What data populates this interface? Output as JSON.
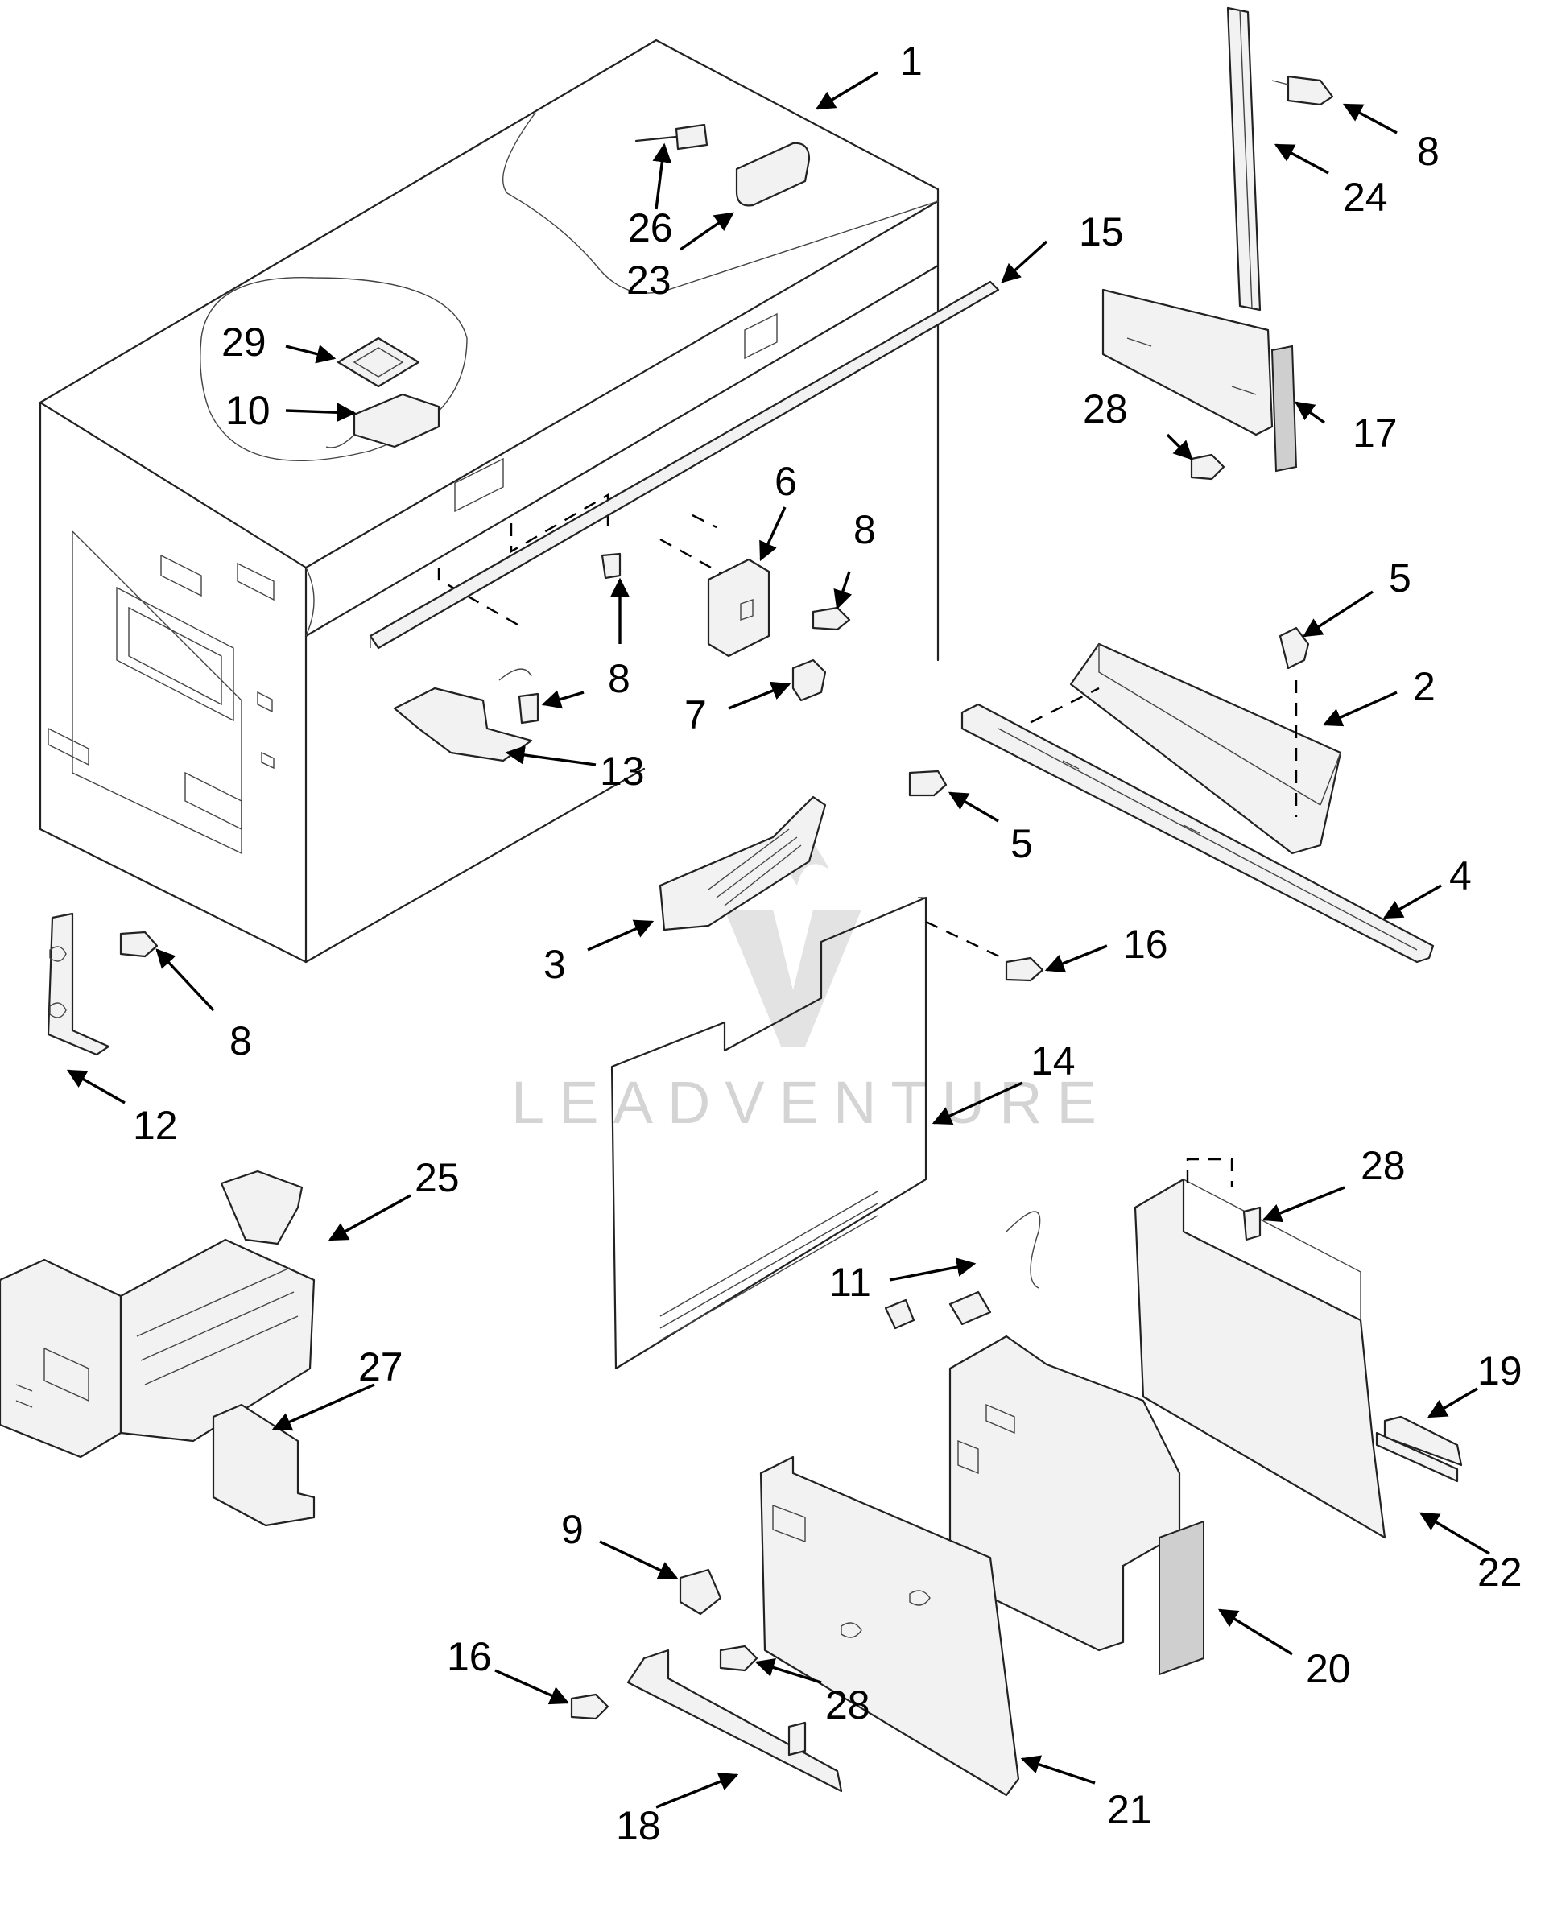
{
  "watermark": {
    "text": "LEADVENTURE"
  },
  "callouts": [
    {
      "id": "c1",
      "label": "1"
    },
    {
      "id": "c26",
      "label": "26"
    },
    {
      "id": "c23",
      "label": "23"
    },
    {
      "id": "c15",
      "label": "15"
    },
    {
      "id": "c8a",
      "label": "8"
    },
    {
      "id": "c24",
      "label": "24"
    },
    {
      "id": "c29",
      "label": "29"
    },
    {
      "id": "c10",
      "label": "10"
    },
    {
      "id": "c28a",
      "label": "28"
    },
    {
      "id": "c17",
      "label": "17"
    },
    {
      "id": "c6",
      "label": "6"
    },
    {
      "id": "c8b",
      "label": "8"
    },
    {
      "id": "c5a",
      "label": "5"
    },
    {
      "id": "c8c",
      "label": "8"
    },
    {
      "id": "c2",
      "label": "2"
    },
    {
      "id": "c7",
      "label": "7"
    },
    {
      "id": "c13",
      "label": "13"
    },
    {
      "id": "c5b",
      "label": "5"
    },
    {
      "id": "c4",
      "label": "4"
    },
    {
      "id": "c3",
      "label": "3"
    },
    {
      "id": "c16a",
      "label": "16"
    },
    {
      "id": "c8d",
      "label": "8"
    },
    {
      "id": "c12",
      "label": "12"
    },
    {
      "id": "c14",
      "label": "14"
    },
    {
      "id": "c25",
      "label": "25"
    },
    {
      "id": "c28b",
      "label": "28"
    },
    {
      "id": "c11",
      "label": "11"
    },
    {
      "id": "c27",
      "label": "27"
    },
    {
      "id": "c19",
      "label": "19"
    },
    {
      "id": "c22",
      "label": "22"
    },
    {
      "id": "c9",
      "label": "9"
    },
    {
      "id": "c20",
      "label": "20"
    },
    {
      "id": "c16b",
      "label": "16"
    },
    {
      "id": "c28c",
      "label": "28"
    },
    {
      "id": "c21",
      "label": "21"
    },
    {
      "id": "c18",
      "label": "18"
    }
  ]
}
